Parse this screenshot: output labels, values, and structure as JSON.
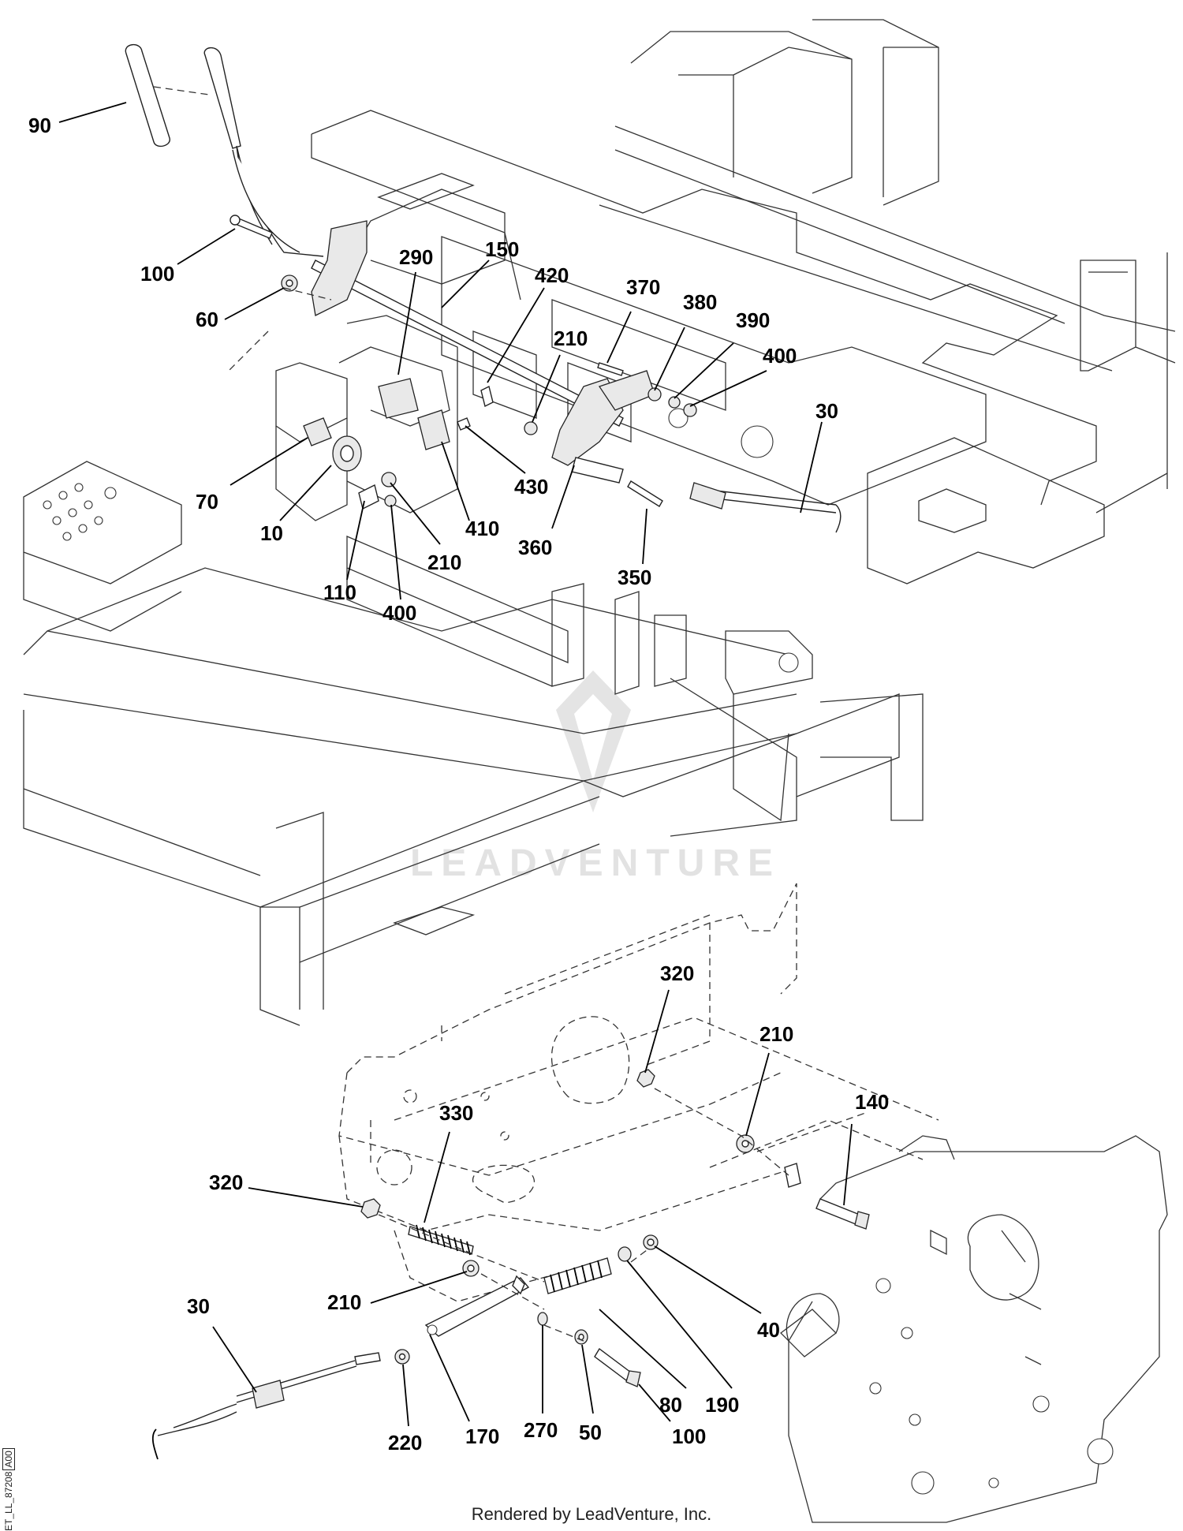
{
  "watermark": "LEADVENTURE",
  "footer": "Rendered by LeadVenture, Inc.",
  "image_code": "ET_LL_87208",
  "image_rev": "A00",
  "callouts": {
    "upper": [
      "90",
      "100",
      "60",
      "290",
      "150",
      "420",
      "370",
      "380",
      "390",
      "400",
      "210",
      "30",
      "70",
      "10",
      "110",
      "400",
      "210",
      "410",
      "430",
      "360",
      "350"
    ],
    "lower": [
      "320",
      "210",
      "140",
      "330",
      "320",
      "210",
      "30",
      "220",
      "170",
      "270",
      "50",
      "100",
      "80",
      "190",
      "40"
    ]
  }
}
